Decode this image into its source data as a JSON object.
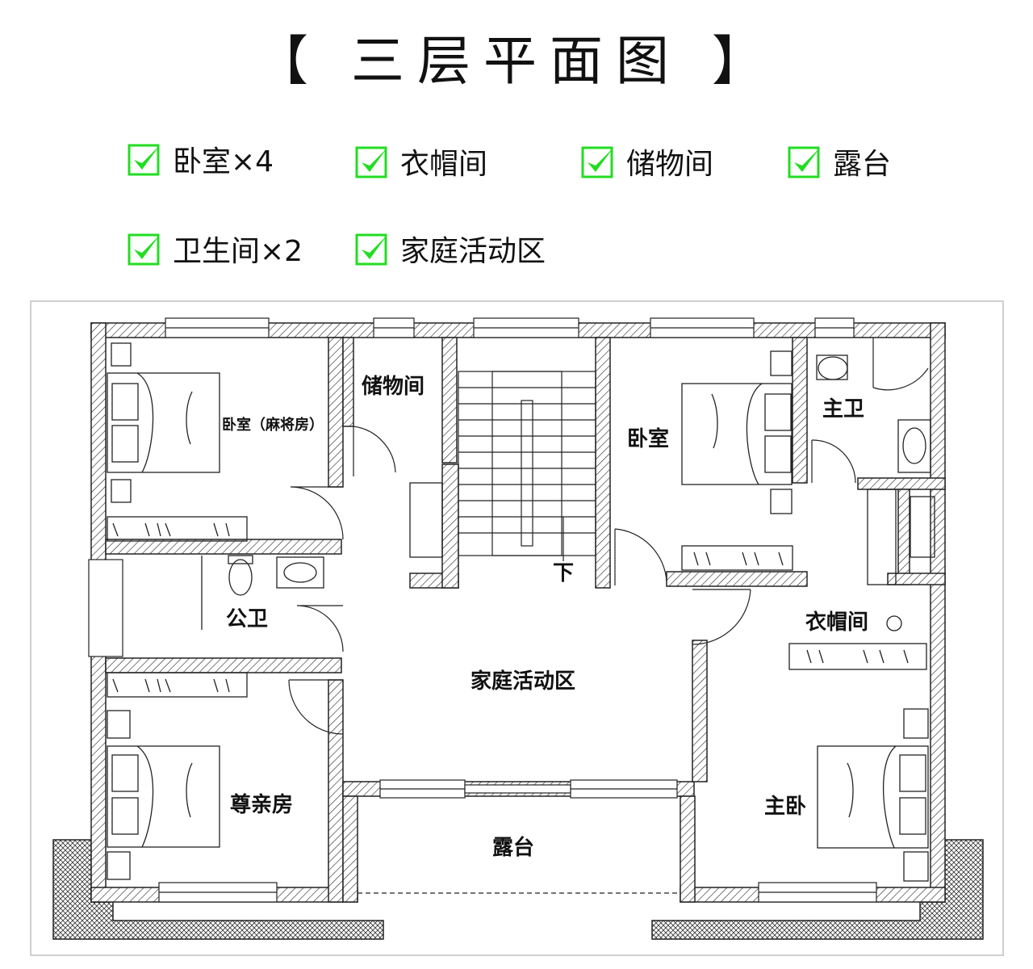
{
  "title": "【 三层平面图 】",
  "features": [
    {
      "label": "卧室×4",
      "icon": "green-checkbox-icon"
    },
    {
      "label": "衣帽间",
      "icon": "green-checkbox-icon"
    },
    {
      "label": "储物间",
      "icon": "green-checkbox-icon"
    },
    {
      "label": "露台",
      "icon": "green-checkbox-icon"
    },
    {
      "label": "卫生间×2",
      "icon": "green-checkbox-icon"
    },
    {
      "label": "家庭活动区",
      "icon": "green-checkbox-icon"
    }
  ],
  "rooms": {
    "bedroom_mahjong": "卧室（麻将房）",
    "storage": "储物间",
    "bedroom": "卧室",
    "master_bath": "主卫",
    "public_bath": "公卫",
    "down": "下",
    "cloakroom": "衣帽间",
    "family_area": "家庭活动区",
    "elder_room": "尊亲房",
    "master_bedroom": "主卧",
    "terrace": "露台"
  },
  "colors": {
    "check_green": "#22dd22",
    "wall_line": "#222222"
  }
}
